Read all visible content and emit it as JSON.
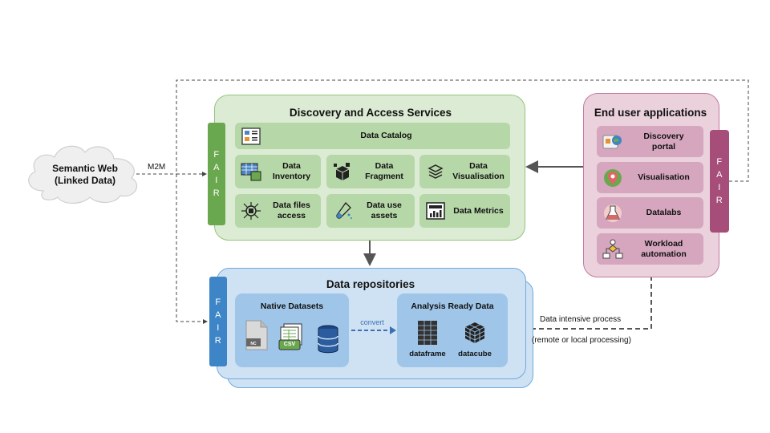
{
  "semantic_web": {
    "label_line1": "Semantic Web",
    "label_line2": "(Linked Data)"
  },
  "m2m_label": "M2M",
  "discovery": {
    "title": "Discovery and Access Services",
    "fair": [
      "F",
      "A",
      "I",
      "R"
    ],
    "catalog": "Data Catalog",
    "inventory": {
      "l1": "Data",
      "l2": "Inventory"
    },
    "fragment": {
      "l1": "Data",
      "l2": "Fragment"
    },
    "visualisation": {
      "l1": "Data",
      "l2": "Visualisation"
    },
    "files_access": {
      "l1": "Data files",
      "l2": "access"
    },
    "use_assets": {
      "l1": "Data use",
      "l2": "assets"
    },
    "metrics": "Data Metrics"
  },
  "end_user": {
    "title": "End user applications",
    "fair": [
      "F",
      "A",
      "I",
      "R"
    ],
    "discovery_portal": {
      "l1": "Discovery",
      "l2": "portal"
    },
    "visualisation": "Visualisation",
    "datalabs": "Datalabs",
    "workload": {
      "l1": "Workload",
      "l2": "automation"
    }
  },
  "repositories": {
    "title": "Data repositories",
    "fair": [
      "F",
      "A",
      "I",
      "R"
    ],
    "native_title": "Native Datasets",
    "nc_label": "NC",
    "csv_label": "CSV",
    "ard_title": "Analysis Ready Data",
    "dataframe": "dataframe",
    "datacube": "datacube",
    "convert": "convert"
  },
  "data_intensive": {
    "l1": "Data intensive process",
    "l2": "(remote or local processing)"
  },
  "colors": {
    "green_panel": "#dcebd3",
    "green_card": "#b6d7a8",
    "green_fair": "#6aa84f",
    "pink_panel": "#ead1dc",
    "pink_card": "#d5a6bd",
    "pink_fair": "#a64d79",
    "blue_panel": "#cfe2f3",
    "blue_card": "#9fc5e8",
    "blue_fair": "#3d85c6",
    "convert_arrow": "#3d6fb6"
  }
}
